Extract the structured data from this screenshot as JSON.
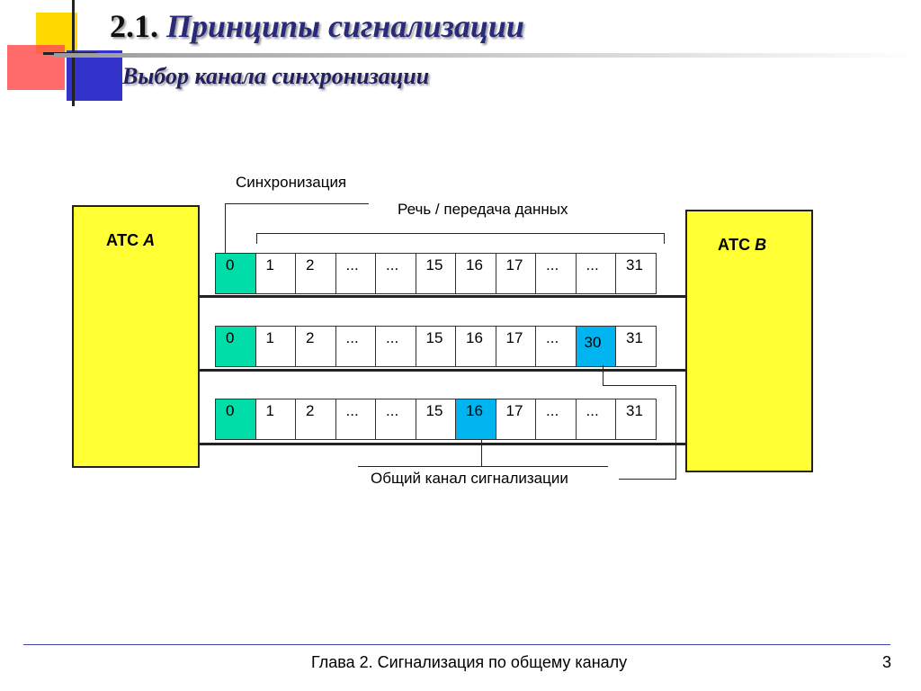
{
  "header": {
    "number": "2.1.",
    "title": "Принципы сигнализации",
    "subtitle": "Выбор канала синхронизации"
  },
  "exchanges": {
    "a": {
      "prefix": "АТС",
      "letter": "A"
    },
    "b": {
      "prefix": "АТС",
      "letter": "B"
    }
  },
  "labels": {
    "sync": "Синхронизация",
    "speech": "Речь / передача данных",
    "common_channel": "Общий канал сигнализации"
  },
  "frames": [
    {
      "cells": [
        "0",
        "1",
        "2",
        "...",
        "...",
        "15",
        "16",
        "17",
        "...",
        "...",
        "31"
      ],
      "signalling_index": null
    },
    {
      "cells": [
        "0",
        "1",
        "2",
        "...",
        "...",
        "15",
        "16",
        "17",
        "...",
        "30",
        "31"
      ],
      "signalling_index": 9
    },
    {
      "cells": [
        "0",
        "1",
        "2",
        "...",
        "...",
        "15",
        "16",
        "17",
        "...",
        "...",
        "31"
      ],
      "signalling_index": 6
    }
  ],
  "colors": {
    "sync_slot": "#00dda8",
    "signalling_slot": "#00b4f0",
    "exchange_fill": "#ffff33"
  },
  "footer": {
    "chapter": "Глава 2. Сигнализация по общему каналу",
    "page": "3"
  }
}
